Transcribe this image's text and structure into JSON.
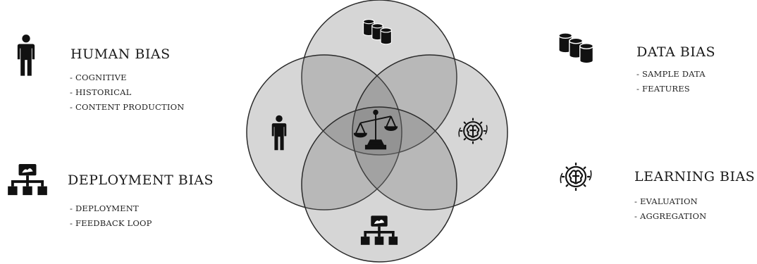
{
  "categories": {
    "human": {
      "title": "HUMAN BIAS",
      "icon": "person-icon",
      "items": [
        "- COGNITIVE",
        "- HISTORICAL",
        "- CONTENT PRODUCTION"
      ]
    },
    "deployment": {
      "title": "DEPLOYMENT BIAS",
      "icon": "network-hierarchy-icon",
      "items": [
        "- DEPLOYMENT",
        "- FEEDBACK LOOP"
      ]
    },
    "data": {
      "title": "DATA BIAS",
      "icon": "database-cylinders-icon",
      "items": [
        "- SAMPLE DATA",
        "- FEATURES"
      ]
    },
    "learning": {
      "title": "LEARNING BIAS",
      "icon": "brain-gear-icon",
      "items": [
        "- EVALUATION",
        "- AGGREGATION"
      ]
    }
  },
  "venn": {
    "center_icon": "balance-scale-icon",
    "circle_fill": "#6b6b6b",
    "stroke": "#2a2a2a"
  }
}
